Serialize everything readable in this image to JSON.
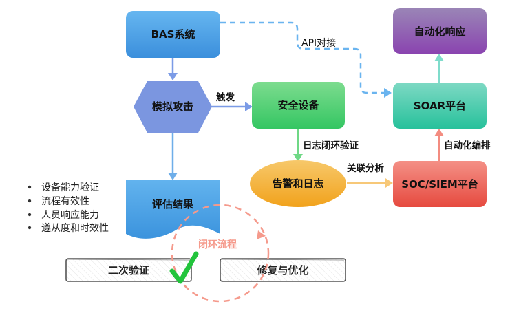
{
  "nodes": {
    "bas": {
      "label": "BAS系统"
    },
    "simulate": {
      "label": "模拟攻击"
    },
    "security_device": {
      "label": "安全设备"
    },
    "alerts_logs": {
      "label": "告警和日志"
    },
    "soc_siem": {
      "label": "SOC/SIEM平台"
    },
    "soar": {
      "label": "SOAR平台"
    },
    "auto_response": {
      "label": "自动化响应"
    },
    "evaluation": {
      "label": "评估结果"
    },
    "reverify": {
      "label": "二次验证"
    },
    "remediate": {
      "label": "修复与优化"
    }
  },
  "edges": {
    "trigger": {
      "label": "触发"
    },
    "log_verify": {
      "label": "日志闭环验证"
    },
    "correlation": {
      "label": "关联分析"
    },
    "orchestration": {
      "label": "自动化编排"
    },
    "api": {
      "label": "API对接"
    }
  },
  "evaluation_items": [
    "设备能力验证",
    "流程有效性",
    "人员响应能力",
    "遵从度和时效性"
  ],
  "loop": {
    "label": "闭环流程"
  },
  "colors": {
    "bas": "#4a9fe6",
    "simulate": "#7b96e0",
    "security_device": "#4fcf72",
    "alerts_logs": "#f5b23a",
    "soc_siem": "#ec5f53",
    "soar": "#3fcaa8",
    "auto_response": "#8d59b0",
    "evaluation": "#4aa3e8",
    "loop": "#f59a8c",
    "check": "#22c43c"
  }
}
